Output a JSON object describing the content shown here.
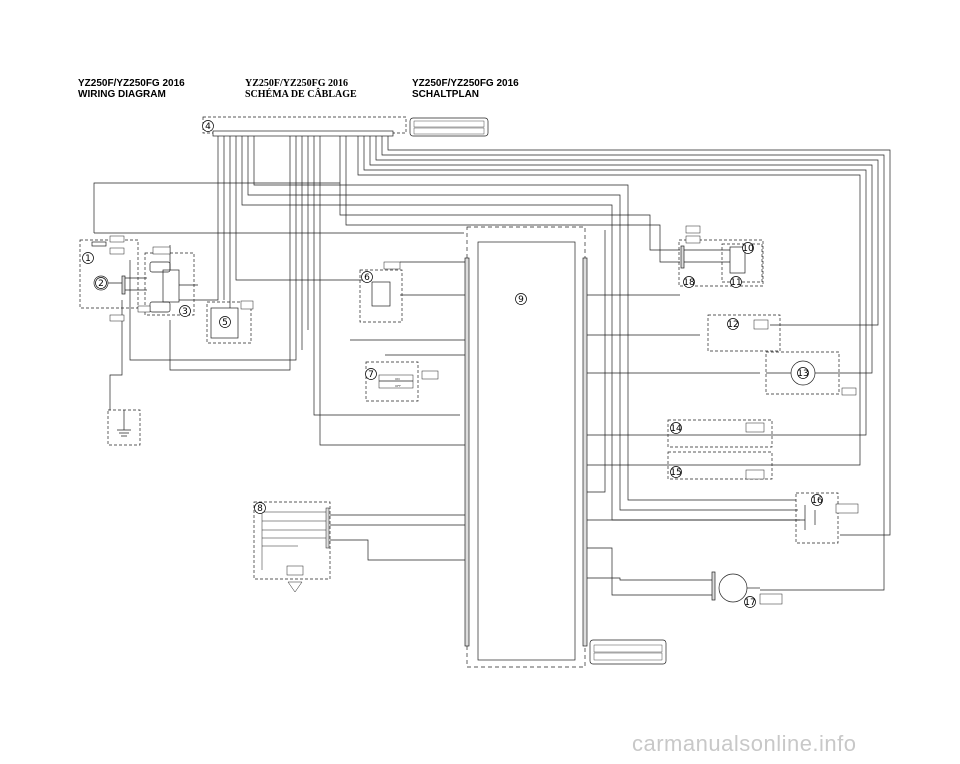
{
  "headers": [
    {
      "model": "YZ250F/YZ250FG 2016",
      "title": "WIRING DIAGRAM",
      "style": "sans"
    },
    {
      "model": "YZ250F/YZ250FG 2016",
      "title": "SCHÉMA DE CÂBLAGE",
      "style": "serif"
    },
    {
      "model": "YZ250F/YZ250FG 2016",
      "title": "SCHALTPLAN",
      "style": "sans"
    }
  ],
  "components": [
    "1",
    "2",
    "3",
    "4",
    "5",
    "6",
    "7",
    "8",
    "9",
    "10",
    "11",
    "12",
    "13",
    "14",
    "15",
    "16",
    "17",
    "18"
  ],
  "switch": {
    "on": "ON",
    "off": "OFF"
  },
  "watermark": "carmanualsonline.info"
}
